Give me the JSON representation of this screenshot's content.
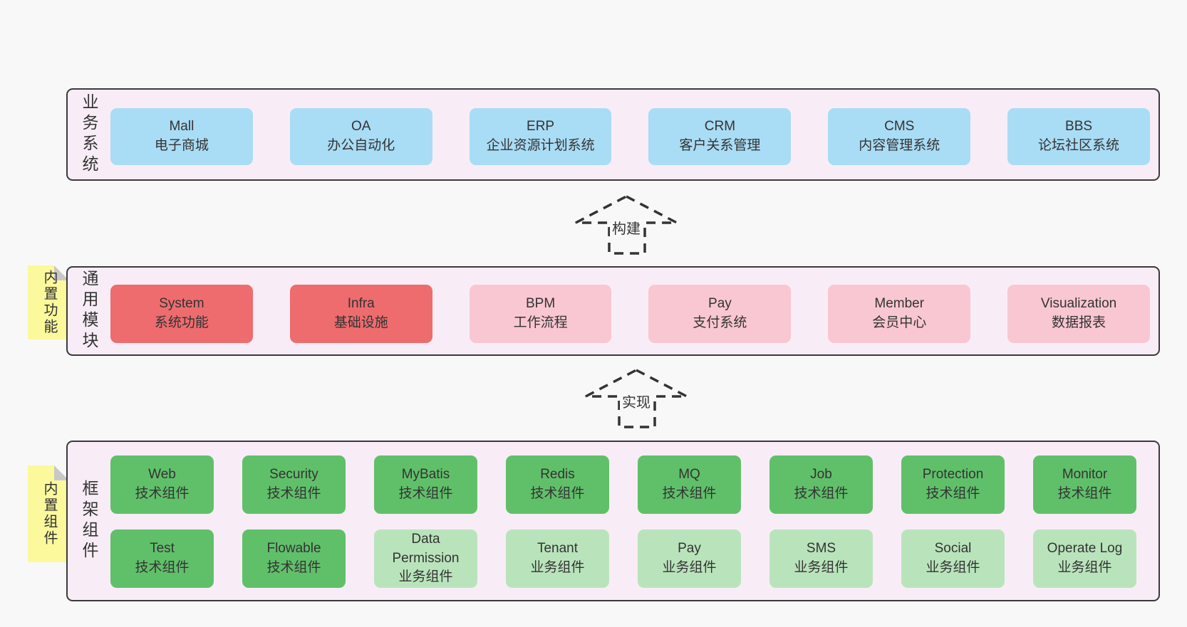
{
  "palette": {
    "page_bg": "#f8f8f8",
    "layer_bg": "#f8edf6",
    "layer_border": "#3a3a3a",
    "blue_box": "#a9dcf5",
    "red_box": "#ee6c6e",
    "pink_box": "#f9c7d1",
    "green_dark_box": "#60c06a",
    "green_light_box": "#b9e4bb",
    "note_yellow": "#fbf99c",
    "note_fold_gray": "#c8c8c8",
    "text": "#333333"
  },
  "layers": {
    "business": {
      "label": "业务系统",
      "boxes": [
        {
          "name": "Mall",
          "desc": "电子商城"
        },
        {
          "name": "OA",
          "desc": "办公自动化"
        },
        {
          "name": "ERP",
          "desc": "企业资源计划系统"
        },
        {
          "name": "CRM",
          "desc": "客户关系管理"
        },
        {
          "name": "CMS",
          "desc": "内容管理系统"
        },
        {
          "name": "BBS",
          "desc": "论坛社区系统"
        }
      ]
    },
    "modules": {
      "label": "通用模块",
      "note": "内置功能",
      "boxes": [
        {
          "name": "System",
          "desc": "系统功能"
        },
        {
          "name": "Infra",
          "desc": "基础设施"
        },
        {
          "name": "BPM",
          "desc": "工作流程"
        },
        {
          "name": "Pay",
          "desc": "支付系统"
        },
        {
          "name": "Member",
          "desc": "会员中心"
        },
        {
          "name": "Visualization",
          "desc": "数据报表"
        }
      ]
    },
    "components": {
      "label": "框架组件",
      "note": "内置组件",
      "row1": [
        {
          "name": "Web",
          "desc": "技术组件"
        },
        {
          "name": "Security",
          "desc": "技术组件"
        },
        {
          "name": "MyBatis",
          "desc": "技术组件"
        },
        {
          "name": "Redis",
          "desc": "技术组件"
        },
        {
          "name": "MQ",
          "desc": "技术组件"
        },
        {
          "name": "Job",
          "desc": "技术组件"
        },
        {
          "name": "Protection",
          "desc": "技术组件"
        },
        {
          "name": "Monitor",
          "desc": "技术组件"
        }
      ],
      "row2": [
        {
          "name": "Test",
          "desc": "技术组件"
        },
        {
          "name": "Flowable",
          "desc": "技术组件"
        },
        {
          "name": "Data Permission",
          "desc": "业务组件"
        },
        {
          "name": "Tenant",
          "desc": "业务组件"
        },
        {
          "name": "Pay",
          "desc": "业务组件"
        },
        {
          "name": "SMS",
          "desc": "业务组件"
        },
        {
          "name": "Social",
          "desc": "业务组件"
        },
        {
          "name": "Operate Log",
          "desc": "业务组件"
        }
      ]
    }
  },
  "arrows": [
    {
      "label": "构建"
    },
    {
      "label": "实现"
    }
  ]
}
